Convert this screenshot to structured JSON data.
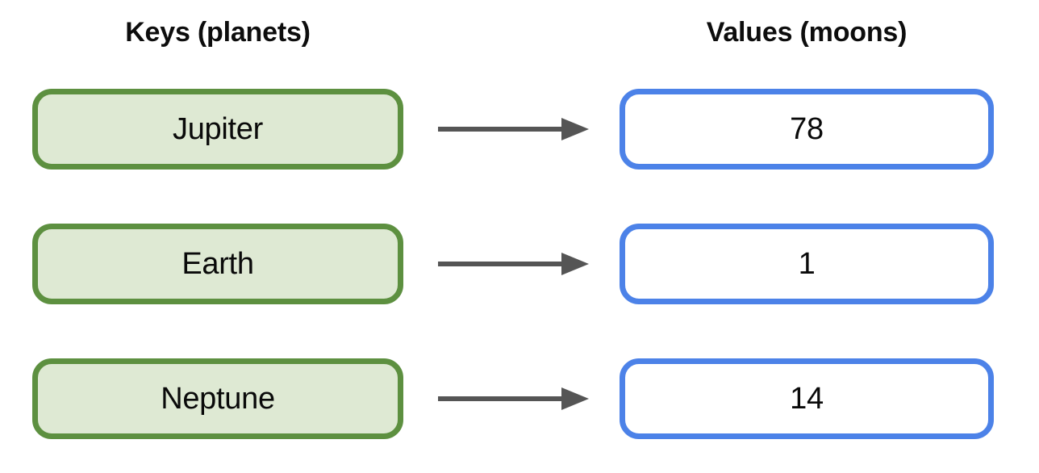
{
  "diagram": {
    "title_left": "Keys (planets)",
    "title_right": "Values (moons)",
    "arrow_icon": "right-arrow-icon",
    "colors": {
      "key_border": "#5D9040",
      "key_fill": "#DEE9D3",
      "value_border": "#4C82E8",
      "value_fill": "#FFFFFF",
      "arrow": "#555555",
      "text": "#0A0A0A",
      "background": "#FFFFFF"
    },
    "rows": [
      {
        "key": "Jupiter",
        "value": "78"
      },
      {
        "key": "Earth",
        "value": "1"
      },
      {
        "key": "Neptune",
        "value": "14"
      }
    ]
  },
  "chart_data": {
    "type": "table",
    "title": "",
    "categories": [
      "Jupiter",
      "Earth",
      "Neptune"
    ],
    "values": [
      78,
      1,
      14
    ],
    "xlabel": "Keys (planets)",
    "ylabel": "Values (moons)",
    "series": [
      {
        "name": "Values (moons)",
        "values": [
          78,
          1,
          14
        ]
      }
    ]
  }
}
